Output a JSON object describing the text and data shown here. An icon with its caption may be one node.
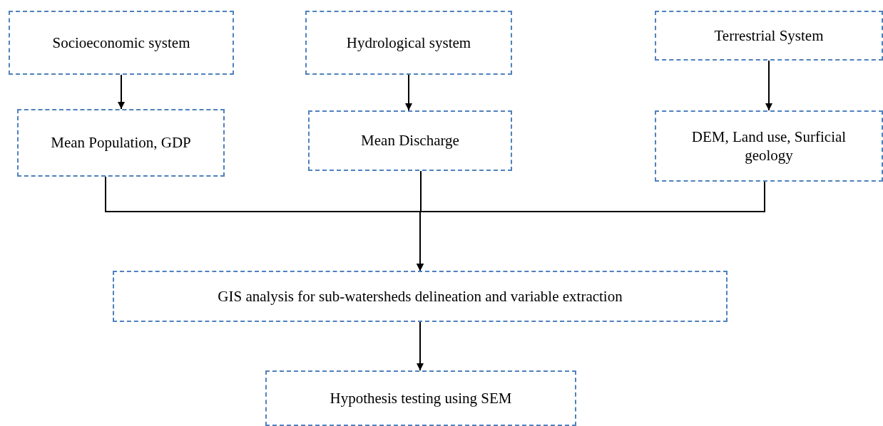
{
  "diagram": {
    "nodes": [
      {
        "text": [
          "Socioeconomic system"
        ]
      },
      {
        "text": [
          "Hydrological system"
        ]
      },
      {
        "text": [
          "Terrestrial System"
        ]
      },
      {
        "text": [
          "Mean Population, GDP"
        ]
      },
      {
        "text": [
          "Mean Discharge"
        ]
      },
      {
        "text": [
          "DEM, Land use, Surficial geology"
        ]
      },
      {
        "text": [
          "GIS analysis for sub-watersheds delineation and variable extraction"
        ]
      },
      {
        "text": [
          "Hypothesis testing using SEM"
        ]
      }
    ],
    "edges": [
      {
        "from": 0,
        "to": 3,
        "arrow": "to"
      },
      {
        "from": 1,
        "to": 4,
        "arrow": "to"
      },
      {
        "from": 2,
        "to": 5,
        "arrow": "to"
      },
      {
        "from": 3,
        "to": 6,
        "arrow": "to"
      },
      {
        "from": 4,
        "to": 6,
        "arrow": "to"
      },
      {
        "from": 5,
        "to": 6,
        "arrow": "to"
      },
      {
        "from": 6,
        "to": 7,
        "arrow": "to"
      }
    ]
  }
}
